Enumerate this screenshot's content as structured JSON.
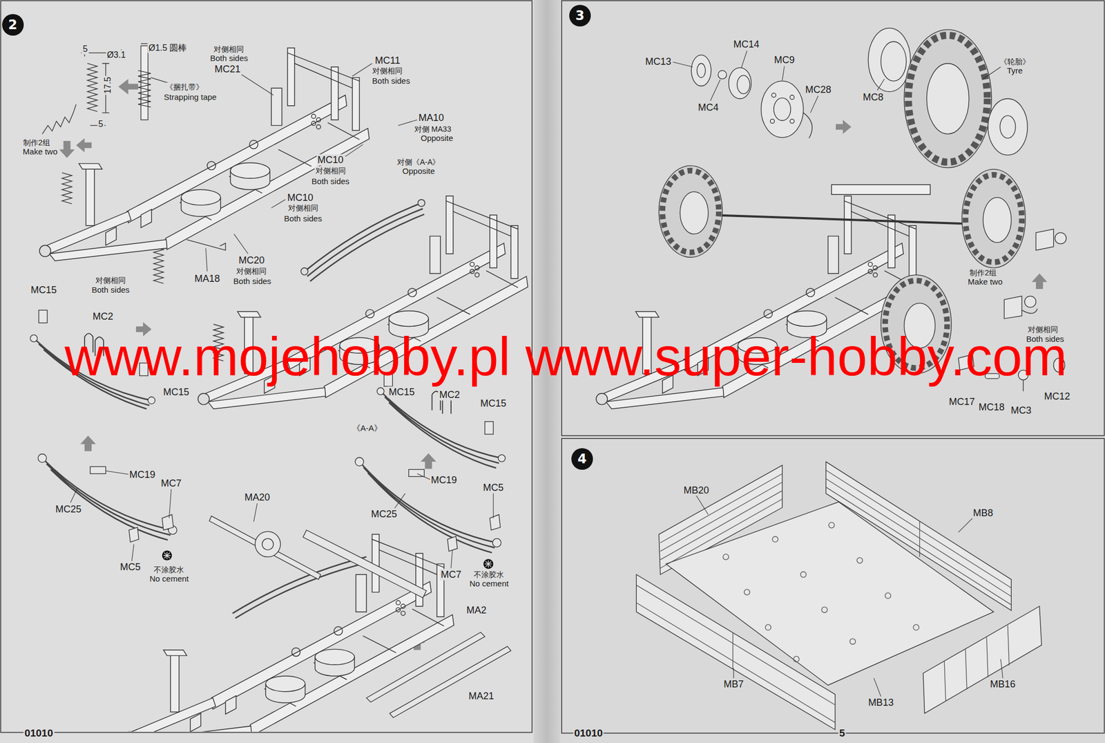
{
  "diagram": {
    "nodes": [
      {
        "text": [
          "2"
        ]
      },
      {
        "text": [
          "3"
        ]
      },
      {
        "text": [
          "4"
        ]
      }
    ],
    "labels": [
      "5",
      "Ø3.1",
      "Ø1.5 圆棒",
      "17.5",
      "5",
      "《捆扎带》",
      "Strapping tape",
      "制作2组",
      "Make two",
      "对侧相同",
      "Both sides",
      "MC21",
      "MC11",
      "对侧相同",
      "Both sides",
      "MA10",
      "对侧 MA33",
      "Opposite",
      "MC10",
      "对侧相同",
      "Both sides",
      "MC10",
      "对侧相同",
      "Both sides",
      "对侧《A-A》",
      "Opposite",
      "MC20",
      "对侧相同",
      "Both sides",
      "对侧相同",
      "Both sides",
      "MA18",
      "MC15",
      "MC2",
      "MC15",
      "MC15",
      "MC2",
      "MC15",
      "《A-A》",
      "MC19",
      "MC7",
      "MC25",
      "MC5",
      "不涂胶水",
      "No cement",
      "MC19",
      "MC5",
      "MC25",
      "MC7",
      "不涂胶水",
      "No cement",
      "MA20",
      "MA2",
      "MA21",
      "01010",
      "MC13",
      "MC14",
      "MC9",
      "MC28",
      "MC4",
      "MC8",
      "《轮胎》",
      "Tyre",
      "制作2组",
      "Make two",
      "对侧相同",
      "Both sides",
      "MC17",
      "MC18",
      "MC3",
      "MC12",
      "MB20",
      "MB8",
      "MB7",
      "MB13",
      "MB16",
      "01010",
      "5",
      "www.mojehobby.pl www.super-hobby.com"
    ]
  }
}
